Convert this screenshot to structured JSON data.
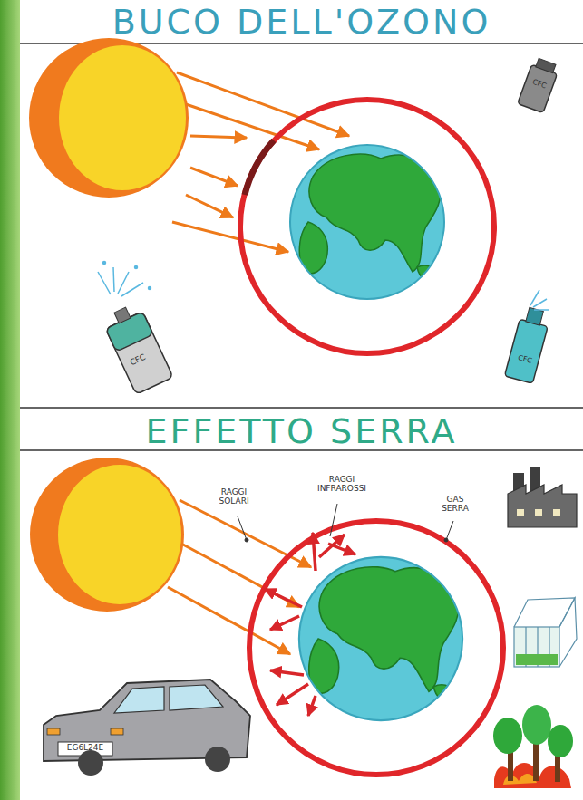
{
  "diagram": {
    "nodes": [
      {
        "text": [
          "BUCO DELL'OZONO"
        ]
      },
      {
        "text": [
          "EFFETTO SERRA"
        ]
      }
    ],
    "labels": [
      "CFC",
      "CFC",
      "CFC",
      "RAGGI SOLARI",
      "RAGGI INFRAROSSI",
      "GAS SERRA",
      "EG6L24E"
    ]
  }
}
